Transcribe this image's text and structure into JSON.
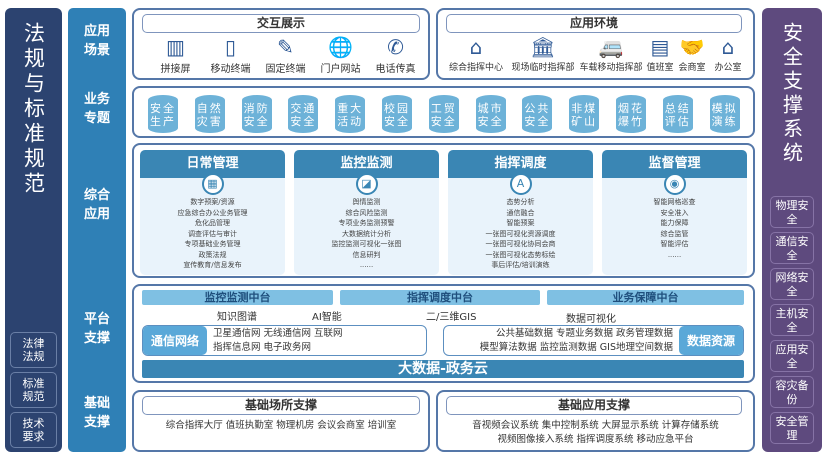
{
  "left_panel": {
    "title": "法规与标准规范",
    "items": [
      "法律法规",
      "标准规范",
      "技术要求"
    ]
  },
  "layers": [
    "应用场景",
    "业务专题",
    "综合应用",
    "平台支撑",
    "基础支撑"
  ],
  "interaction": {
    "title": "交互展示",
    "items": [
      {
        "icon": "splice-screen-icon",
        "glyph": "▥",
        "label": "拼接屏"
      },
      {
        "icon": "mobile-phone-icon",
        "glyph": "▯",
        "label": "移动终端"
      },
      {
        "icon": "pin-icon",
        "glyph": "✎",
        "label": "固定终端"
      },
      {
        "icon": "globe-icon",
        "glyph": "🌐",
        "label": "门户网站"
      },
      {
        "icon": "phone-icon",
        "glyph": "✆",
        "label": "电话传真"
      }
    ]
  },
  "environment": {
    "title": "应用环境",
    "items": [
      {
        "icon": "home-icon",
        "glyph": "⌂",
        "label": "综合指挥中心"
      },
      {
        "icon": "building-icon",
        "glyph": "🏛",
        "label": "现场临时指挥部"
      },
      {
        "icon": "vehicle-icon",
        "glyph": "🚐",
        "label": "车载移动指挥部"
      },
      {
        "icon": "duty-room-icon",
        "glyph": "▤",
        "label": "值班室"
      },
      {
        "icon": "handshake-icon",
        "glyph": "🤝",
        "label": "会商室"
      },
      {
        "icon": "office-icon",
        "glyph": "⌂",
        "label": "办公室"
      }
    ]
  },
  "topics": [
    "安全生产",
    "自然灾害",
    "消防安全",
    "交通安全",
    "重大活动",
    "校园安全",
    "工贸安全",
    "城市安全",
    "公共安全",
    "非煤矿山",
    "烟花爆竹",
    "总结评估",
    "模拟演练"
  ],
  "apps": [
    {
      "title": "日常管理",
      "icon": "calendar-icon",
      "glyph": "▦",
      "items": [
        "数字预案/资源",
        "应急综合办公业务管理",
        "危化品管理",
        "调查评估与审计",
        "专项基础业务管理",
        "政策法规",
        "宣传教育/信息发布"
      ]
    },
    {
      "title": "监控监测",
      "icon": "monitor-icon",
      "glyph": "◪",
      "items": [
        "舆情监测",
        "综合风险监测",
        "专项业务监测预警",
        "大数据统计分析",
        "监控监测可视化一张图",
        "信息研判",
        "......"
      ]
    },
    {
      "title": "指挥调度",
      "icon": "screen-icon",
      "glyph": "A",
      "items": [
        "态势分析",
        "通信融合",
        "智能预案",
        "一张图可视化资源调度",
        "一张图可视化协同会商",
        "一张图可视化态势标绘",
        "事后评估/培训演练"
      ]
    },
    {
      "title": "监督管理",
      "icon": "camera-icon",
      "glyph": "◉",
      "items": [
        "智能网格巡查",
        "安全准入",
        "能力保障",
        "综合监管",
        "智能评估",
        "......"
      ]
    }
  ],
  "platform": {
    "centers": [
      "监控监测中台",
      "指挥调度中台",
      "业务保障中台"
    ],
    "capabilities": [
      "知识图谱",
      "AI智能",
      "二/三维GIS",
      "数据可视化"
    ],
    "network": {
      "label": "通信网络",
      "row1": "卫星通信网  无线通信网  互联网",
      "row2": "指挥信息网  电子政务网"
    },
    "data": {
      "label": "数据资源",
      "row1": "公共基础数据  专题业务数据  政务管理数据",
      "row2": "模型算法数据  监控监测数据  GIS地理空间数据"
    },
    "cloud": "大数据-政务云"
  },
  "foundation": {
    "sites": {
      "title": "基础场所支撑",
      "row1": "综合指挥大厅  值班执勤室  物理机房  会议会商室  培训室"
    },
    "apps": {
      "title": "基础应用支撑",
      "row1": "音视频会议系统  集中控制系统  大屏显示系统  计算存储系统",
      "row2": "视频图像接入系统  指挥调度系统  移动应急平台"
    }
  },
  "right_panel": {
    "title": "安全支撑系统",
    "items": [
      "物理安全",
      "通信安全",
      "网络安全",
      "主机安全",
      "应用安全",
      "容灾备份",
      "安全管理"
    ]
  }
}
